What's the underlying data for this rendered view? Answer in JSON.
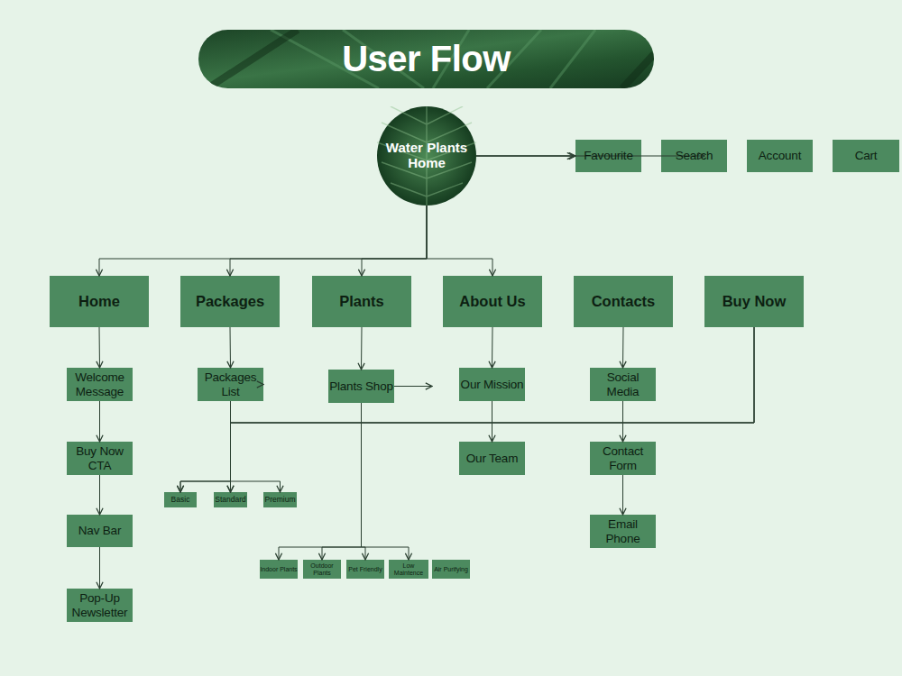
{
  "diagram": {
    "title": "User Flow",
    "nodes": [
      {
        "text": [
          "Water Plants Home"
        ]
      },
      {
        "text": [
          "Favourite"
        ]
      },
      {
        "text": [
          "Search"
        ]
      },
      {
        "text": [
          "Account"
        ]
      },
      {
        "text": [
          "Cart"
        ]
      },
      {
        "text": [
          "Home"
        ]
      },
      {
        "text": [
          "Packages"
        ]
      },
      {
        "text": [
          "Plants"
        ]
      },
      {
        "text": [
          "About Us"
        ]
      },
      {
        "text": [
          "Contacts"
        ]
      },
      {
        "text": [
          "Buy Now"
        ]
      },
      {
        "text": [
          "Welcome Message"
        ]
      },
      {
        "text": [
          "Packages List"
        ]
      },
      {
        "text": [
          "Plants Shop"
        ]
      },
      {
        "text": [
          "Our Mission"
        ]
      },
      {
        "text": [
          "Social Media"
        ]
      },
      {
        "text": [
          "Buy Now CTA"
        ]
      },
      {
        "text": [
          "Our Team"
        ]
      },
      {
        "text": [
          "Contact Form"
        ]
      },
      {
        "text": [
          "Basic"
        ]
      },
      {
        "text": [
          "Standard"
        ]
      },
      {
        "text": [
          "Premium"
        ]
      },
      {
        "text": [
          "Nav Bar"
        ]
      },
      {
        "text": [
          "Email Phone"
        ]
      },
      {
        "text": [
          "Pop-Up Newsletter"
        ]
      },
      {
        "text": [
          "Indoor Plants"
        ]
      },
      {
        "text": [
          "Outdoor Plants"
        ]
      },
      {
        "text": [
          "Pet Friendly"
        ]
      },
      {
        "text": [
          "Low Maintence"
        ]
      },
      {
        "text": [
          "Air Purifying"
        ]
      }
    ],
    "edges": [
      {
        "from": 0,
        "to": 1,
        "arrow": "to"
      },
      {
        "from": 0,
        "to": 5,
        "arrow": "to"
      },
      {
        "from": 0,
        "to": 6,
        "arrow": "to"
      },
      {
        "from": 0,
        "to": 7,
        "arrow": "to"
      },
      {
        "from": 0,
        "to": 8,
        "arrow": "to"
      },
      {
        "from": 0,
        "to": 9,
        "arrow": "to"
      },
      {
        "from": 0,
        "to": 10,
        "arrow": "to"
      },
      {
        "from": 5,
        "to": 11,
        "arrow": "to"
      },
      {
        "from": 11,
        "to": 16,
        "arrow": "to"
      },
      {
        "from": 16,
        "to": 22,
        "arrow": "to"
      },
      {
        "from": 22,
        "to": 24,
        "arrow": "to"
      },
      {
        "from": 6,
        "to": 12,
        "arrow": "to"
      },
      {
        "from": 12,
        "to": 19,
        "arrow": "to"
      },
      {
        "from": 12,
        "to": 20,
        "arrow": "to"
      },
      {
        "from": 12,
        "to": 21,
        "arrow": "to"
      },
      {
        "from": 10,
        "to": 19,
        "arrow": "to"
      },
      {
        "from": 10,
        "to": 20,
        "arrow": "to"
      },
      {
        "from": 10,
        "to": 21,
        "arrow": "to"
      },
      {
        "from": 7,
        "to": 13,
        "arrow": "to"
      },
      {
        "from": 13,
        "to": 25,
        "arrow": "to"
      },
      {
        "from": 13,
        "to": 26,
        "arrow": "to"
      },
      {
        "from": 13,
        "to": 27,
        "arrow": "to"
      },
      {
        "from": 13,
        "to": 28,
        "arrow": "to"
      },
      {
        "from": 13,
        "to": 29,
        "arrow": "to"
      },
      {
        "from": 8,
        "to": 14,
        "arrow": "to"
      },
      {
        "from": 14,
        "to": 17,
        "arrow": "to"
      },
      {
        "from": 9,
        "to": 15,
        "arrow": "to"
      },
      {
        "from": 15,
        "to": 18,
        "arrow": "to"
      },
      {
        "from": 18,
        "to": 23,
        "arrow": "to"
      }
    ]
  }
}
